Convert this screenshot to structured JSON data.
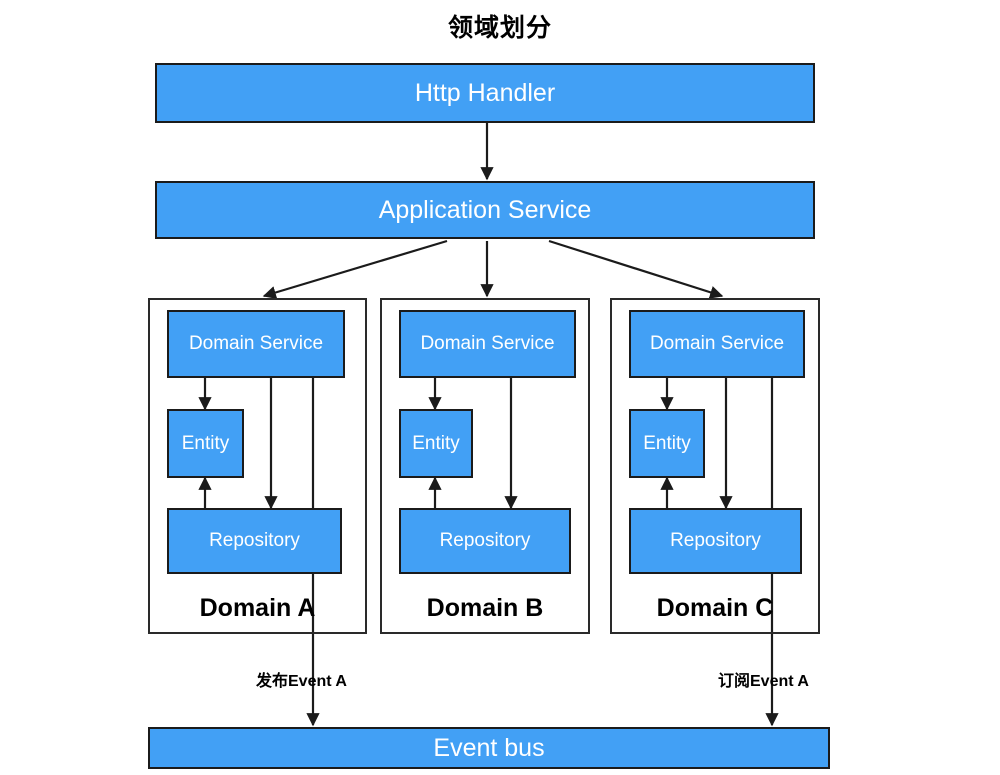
{
  "title": "领域划分",
  "colors": {
    "box_fill": "#42a0f5",
    "box_border": "#1b1b1b",
    "container_border": "#2a2a2a",
    "text_on_box": "#ffffff",
    "text_label": "#000000",
    "background": "#ffffff"
  },
  "layers": {
    "http_handler": "Http Handler",
    "application_service": "Application Service",
    "event_bus": "Event bus"
  },
  "domains": [
    {
      "name": "Domain A",
      "service": "Domain Service",
      "entity": "Entity",
      "repository": "Repository"
    },
    {
      "name": "Domain B",
      "service": "Domain Service",
      "entity": "Entity",
      "repository": "Repository"
    },
    {
      "name": "Domain C",
      "service": "Domain Service",
      "entity": "Entity",
      "repository": "Repository"
    }
  ],
  "event_edges": {
    "publish": "发布Event A",
    "subscribe": "订阅Event A"
  }
}
